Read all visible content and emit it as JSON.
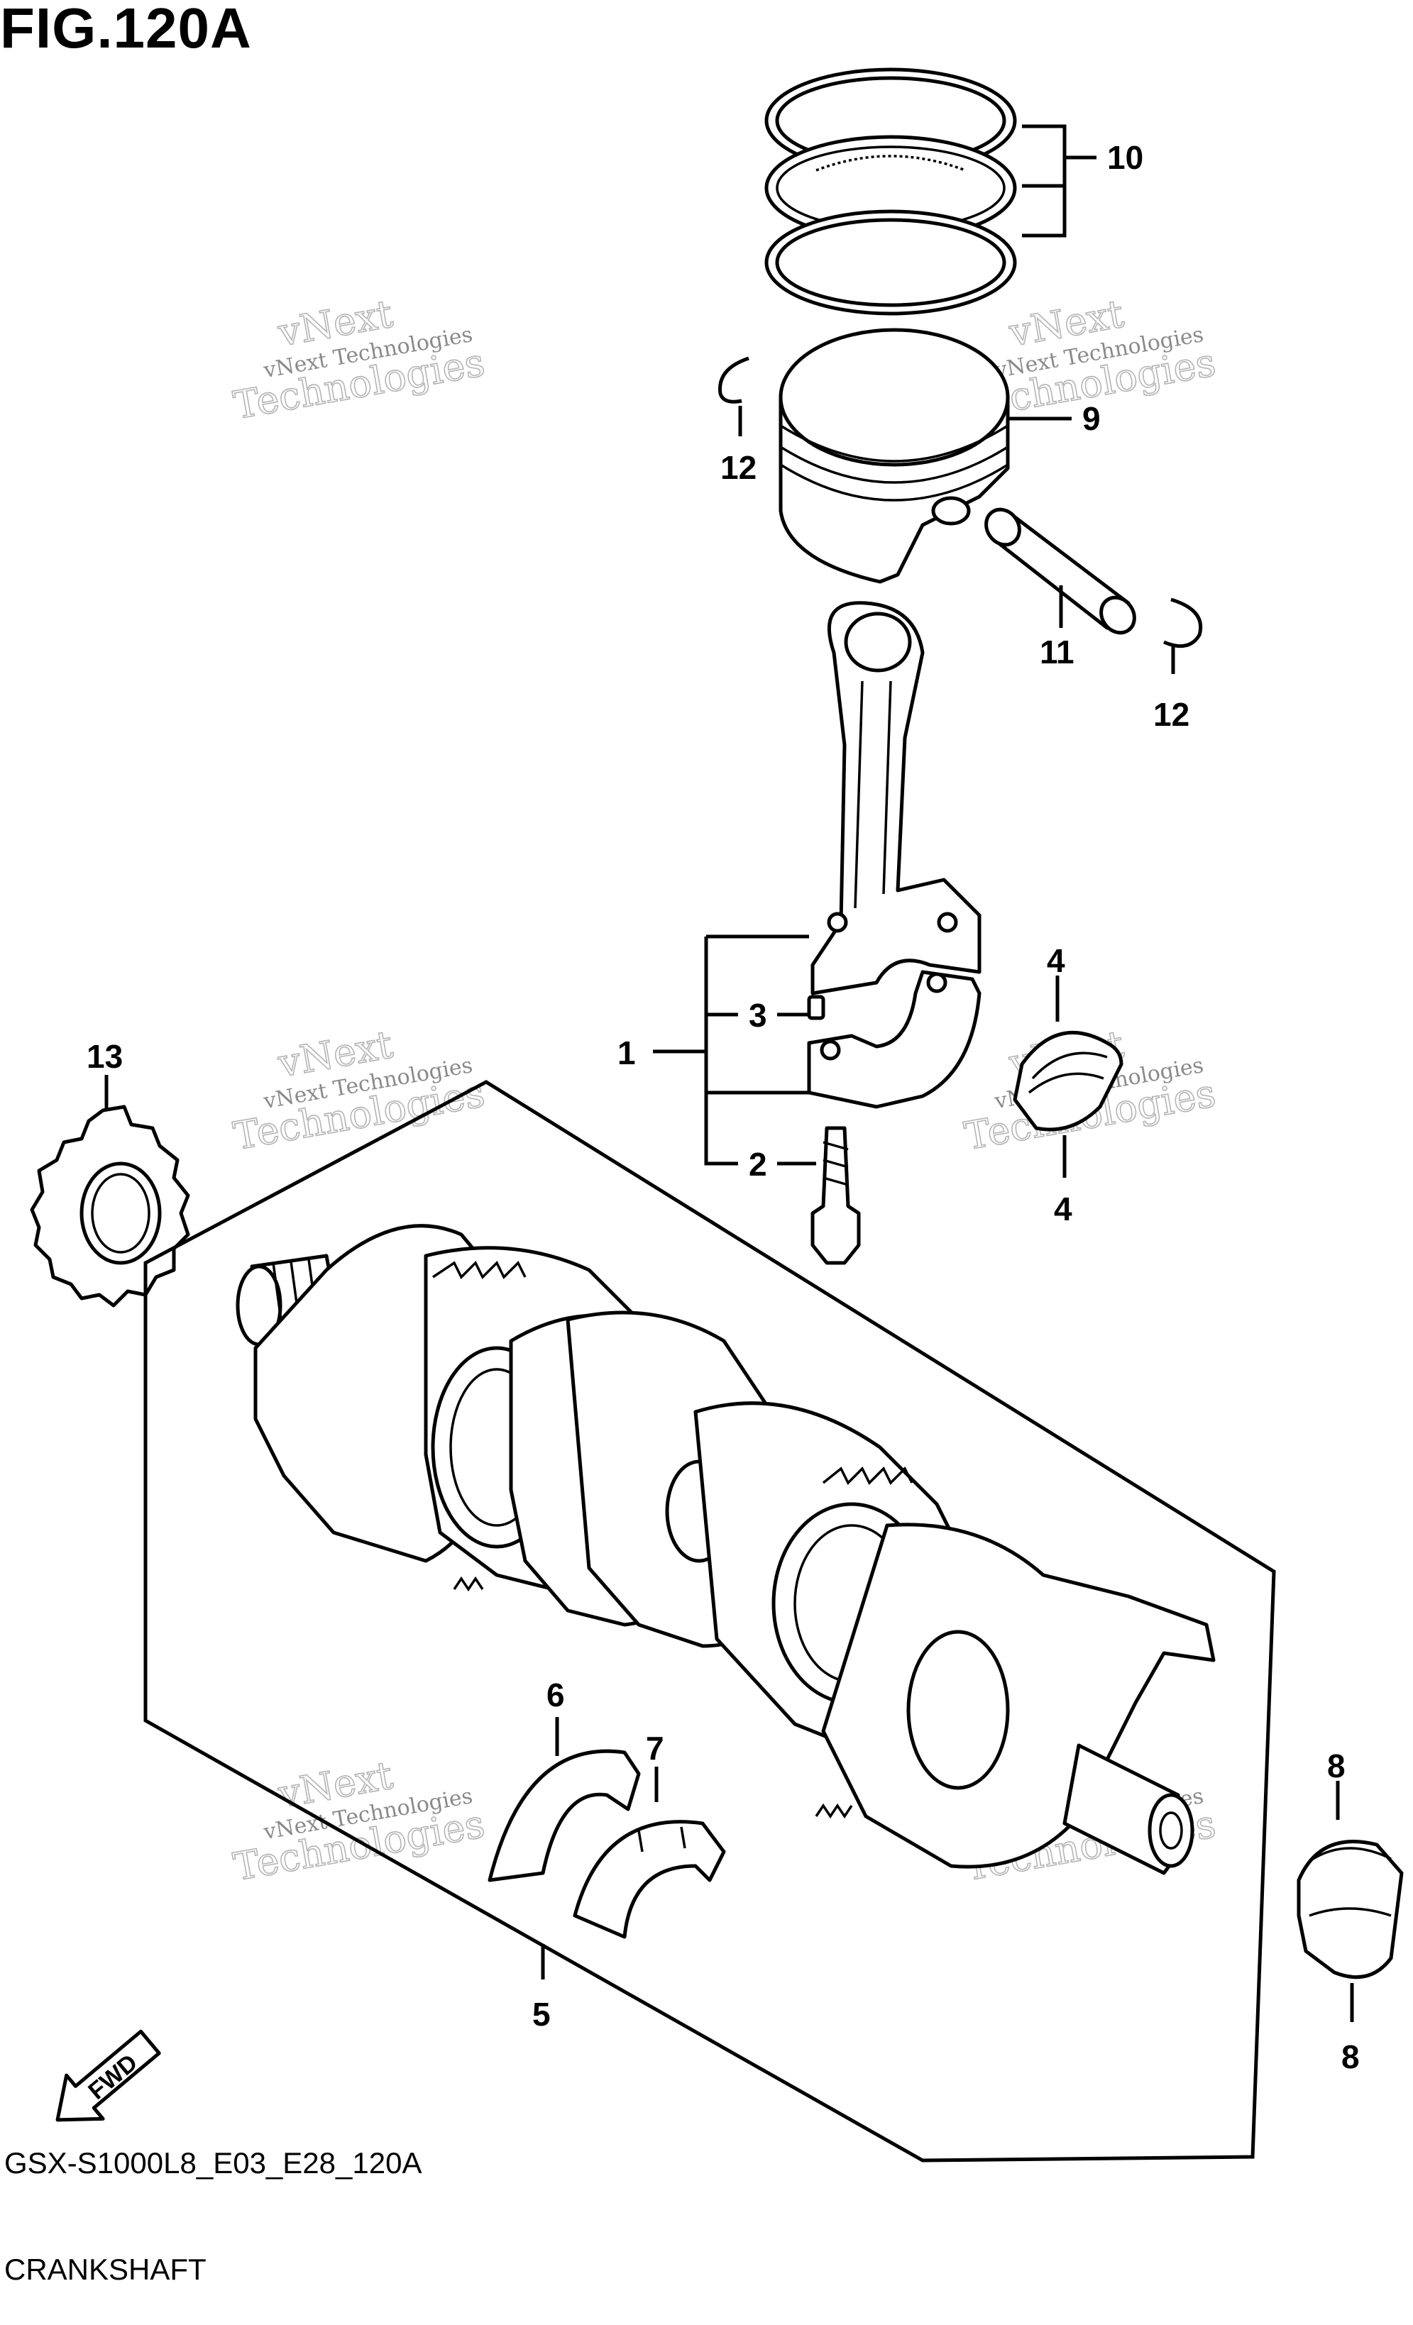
{
  "figure": {
    "title": "FIG.120A",
    "code": "GSX-S1000L8_E03_E28_120A",
    "name": "CRANKSHAFT"
  },
  "callouts": {
    "c1": "1",
    "c2": "2",
    "c3": "3",
    "c4a": "4",
    "c4b": "4",
    "c5": "5",
    "c6": "6",
    "c7": "7",
    "c8a": "8",
    "c8b": "8",
    "c9": "9",
    "c10": "10",
    "c11": "11",
    "c12a": "12",
    "c12b": "12",
    "c13": "13"
  },
  "watermark": {
    "line1": "vNext Technologies",
    "line2": "Technologies",
    "line3": "vNext"
  },
  "fwd_label": "FWD",
  "colors": {
    "line": "#000000",
    "background": "#ffffff",
    "watermark": "#8a8a8a"
  }
}
